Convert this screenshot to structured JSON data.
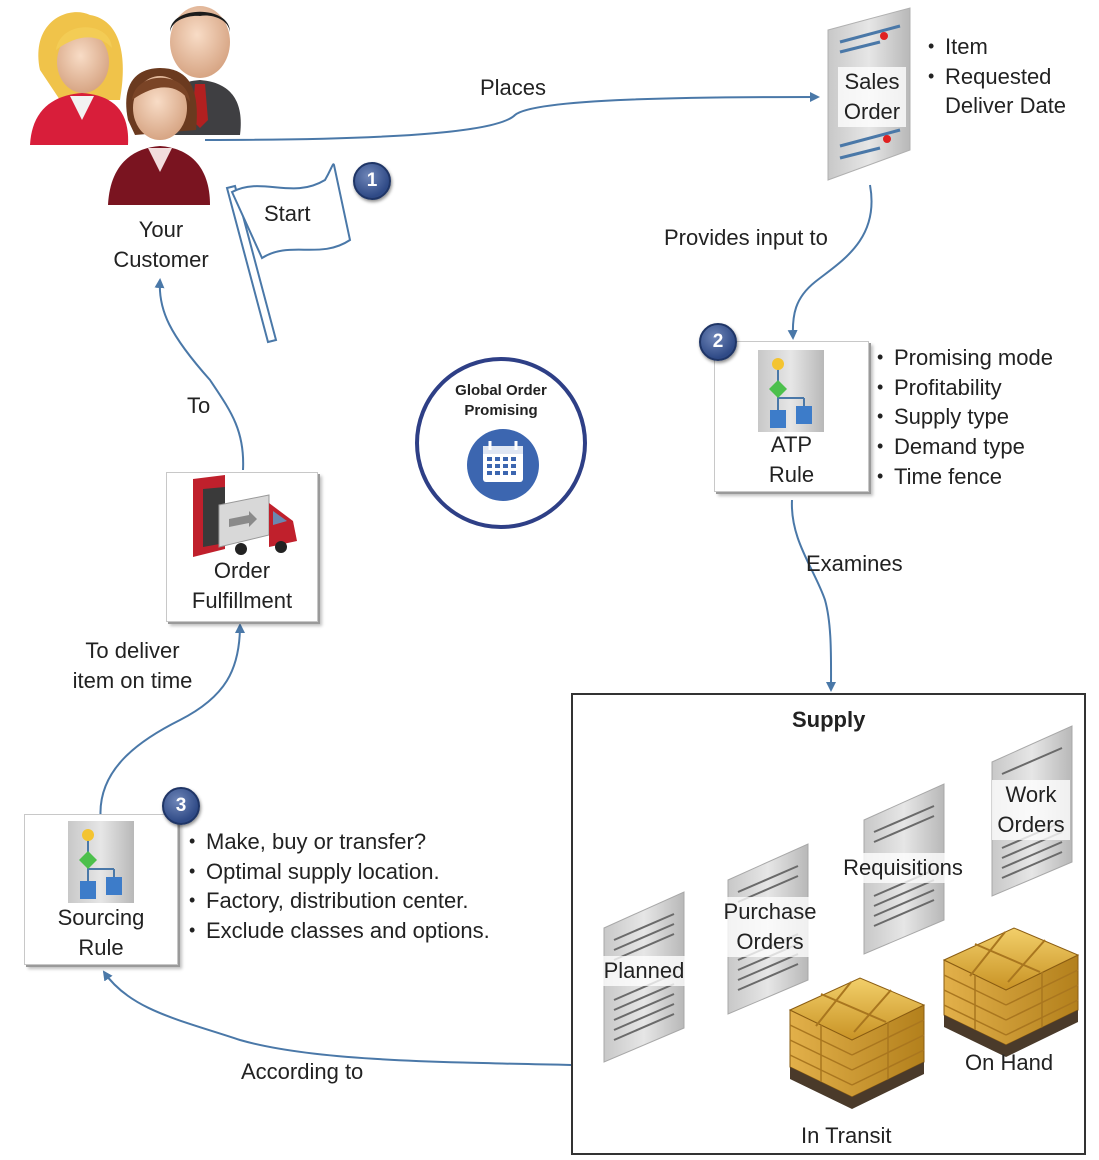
{
  "diagram": {
    "customer_label": [
      "Your",
      "Customer"
    ],
    "start_label": "Start",
    "sales_order_label": [
      "Sales",
      "Order"
    ],
    "sales_order_bullets": [
      "Item",
      "Requested",
      "Deliver Date"
    ],
    "edges": {
      "places": "Places",
      "provides_input": "Provides input to",
      "examines": "Examines",
      "according_to": "According to",
      "to_deliver": [
        "To deliver",
        "item on time"
      ],
      "to": "To"
    },
    "badges": [
      "1",
      "2",
      "3"
    ],
    "atp_label": [
      "ATP",
      "Rule"
    ],
    "atp_bullets": [
      "Promising mode",
      "Profitability",
      "Supply type",
      "Demand type",
      "Time fence"
    ],
    "gop_title": [
      "Global Order",
      "Promising"
    ],
    "fulfillment_label": [
      "Order",
      "Fulfillment"
    ],
    "sourcing_label": [
      "Sourcing",
      "Rule"
    ],
    "sourcing_bullets": [
      "Make, buy or transfer?",
      "Optimal supply location.",
      "Factory, distribution center.",
      "Exclude classes and options."
    ],
    "supply": {
      "title": "Supply",
      "planned": "Planned",
      "purchase_orders": [
        "Purchase",
        "Orders"
      ],
      "requisitions": "Requisitions",
      "work_orders": [
        "Work",
        "Orders"
      ],
      "on_hand": "On Hand",
      "in_transit": "In Transit"
    },
    "colors": {
      "arrow": "#4a78a8",
      "badge": "#2f4a86",
      "gop_ring": "#2e3f86",
      "calendar": "#3c66b0",
      "truck": "#c0202c",
      "box_gold": "#d9a83a"
    }
  }
}
